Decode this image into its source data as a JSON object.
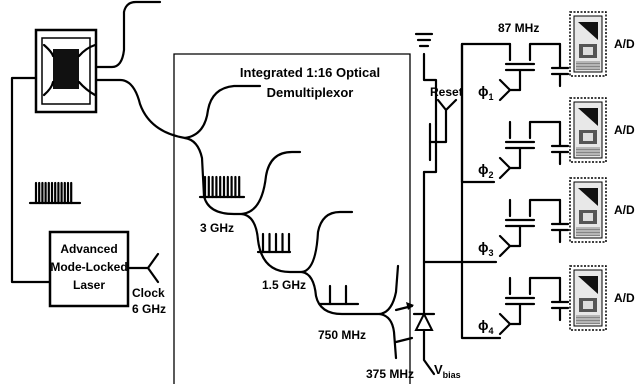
{
  "laser": {
    "line1": "Advanced",
    "line2": "Mode-Locked",
    "line3": "Laser"
  },
  "clock": {
    "line1": "Clock",
    "line2": "6 GHz"
  },
  "demux": {
    "line1": "Integrated 1:16 Optical",
    "line2": "Demultiplexor"
  },
  "stages": {
    "s1": "3 GHz",
    "s2": "1.5 GHz",
    "s3": "750 MHz",
    "s4": "375 MHz"
  },
  "top_rate": "87 MHz",
  "reset": "Reset",
  "vbias": {
    "main": "V",
    "sub": "bias"
  },
  "phases": [
    {
      "symbol": "ϕ",
      "index": "1"
    },
    {
      "symbol": "ϕ",
      "index": "2"
    },
    {
      "symbol": "ϕ",
      "index": "3"
    },
    {
      "symbol": "ϕ",
      "index": "4"
    }
  ],
  "adc": [
    "A/D",
    "A/D",
    "A/D",
    "A/D"
  ]
}
